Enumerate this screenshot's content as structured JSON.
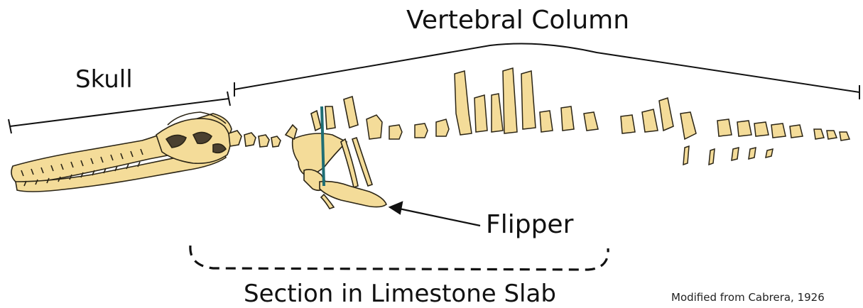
{
  "labels": {
    "vertebral_column": "Vertebral Column",
    "skull": "Skull",
    "flipper": "Flipper",
    "section": "Section in Limestone Slab",
    "credit": "Modified from Cabrera, 1926"
  },
  "colors": {
    "bone": "#f4dc99",
    "outline": "#2b2516",
    "line": "#111111",
    "marker": "#1f6e74"
  }
}
